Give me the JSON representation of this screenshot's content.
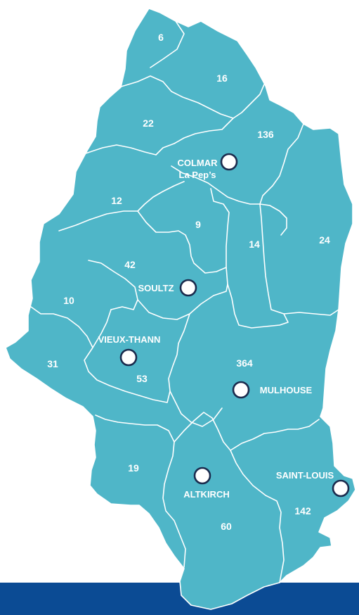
{
  "colors": {
    "land": "#4fb6c8",
    "border": "#ffffff",
    "marker_ring": "#1b2b4d",
    "footer_band": "#0b4b94"
  },
  "regions": [
    {
      "id": "r6",
      "count": "6"
    },
    {
      "id": "r16",
      "count": "16"
    },
    {
      "id": "r22",
      "count": "22"
    },
    {
      "id": "r136",
      "count": "136"
    },
    {
      "id": "r12",
      "count": "12"
    },
    {
      "id": "r9",
      "count": "9"
    },
    {
      "id": "r14",
      "count": "14"
    },
    {
      "id": "r24",
      "count": "24"
    },
    {
      "id": "r42",
      "count": "42"
    },
    {
      "id": "r10",
      "count": "10"
    },
    {
      "id": "r31",
      "count": "31"
    },
    {
      "id": "r53",
      "count": "53"
    },
    {
      "id": "r364",
      "count": "364"
    },
    {
      "id": "r19",
      "count": "19"
    },
    {
      "id": "r60",
      "count": "60"
    },
    {
      "id": "r142",
      "count": "142"
    }
  ],
  "cities": {
    "colmar": {
      "name": "COLMAR",
      "subtitle": "La Pep’s"
    },
    "soultz": {
      "name": "SOULTZ"
    },
    "vieux_thann": {
      "name": "VIEUX-THANN"
    },
    "mulhouse": {
      "name": "MULHOUSE"
    },
    "altkirch": {
      "name": "ALTKIRCH"
    },
    "saint_louis": {
      "name": "SAINT-LOUIS"
    }
  }
}
